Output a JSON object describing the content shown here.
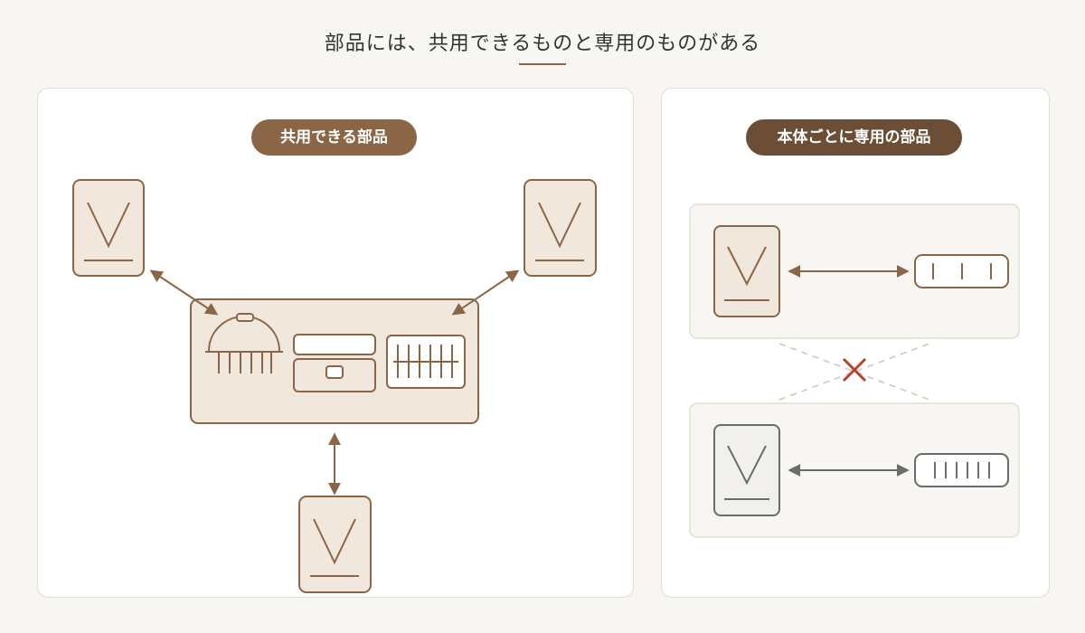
{
  "title": "部品には、共用できるものと専用のものがある",
  "left_panel": {
    "label": "共用できる部品"
  },
  "right_panel": {
    "label": "本体ごとに専用の部品"
  },
  "colors": {
    "brown": "#8a6647",
    "dark_brown": "#6b4e35",
    "beige_fill": "#f0e8dc",
    "grey_stroke": "#6b6b6b",
    "red_cross": "#b5432d"
  }
}
